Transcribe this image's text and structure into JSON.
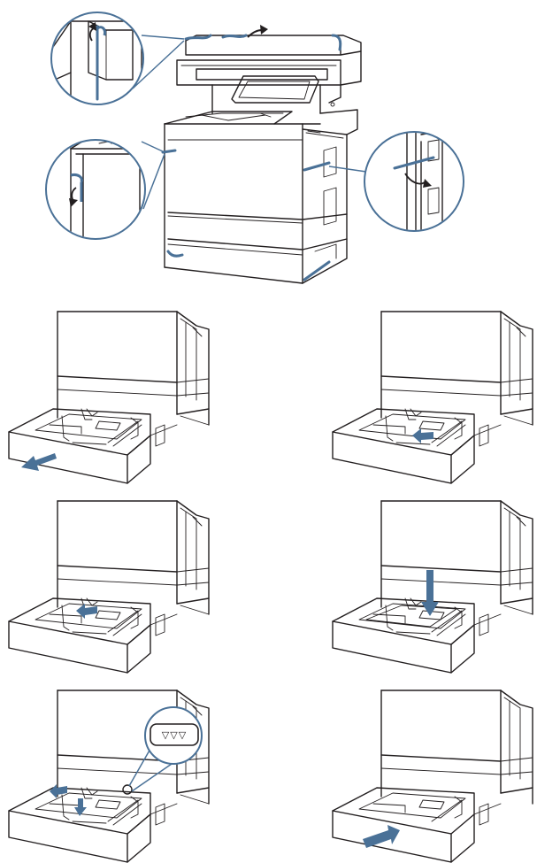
{
  "colors": {
    "accent": "#4a7197",
    "line": "#231f20"
  },
  "top": {
    "parts": [
      "printer",
      "callout-top-left",
      "callout-left",
      "callout-right"
    ]
  },
  "steps": [
    {
      "id": "step-1",
      "action": "open-tray-arrow"
    },
    {
      "id": "step-2",
      "action": "slide-guide-arrow"
    },
    {
      "id": "step-3",
      "action": "slide-guide-arrow"
    },
    {
      "id": "step-4",
      "action": "load-paper-arrow"
    },
    {
      "id": "step-5",
      "action": "adjust-guides-arrow",
      "fill_mark": "▽▽▽"
    },
    {
      "id": "step-6",
      "action": "close-tray-arrow"
    }
  ]
}
